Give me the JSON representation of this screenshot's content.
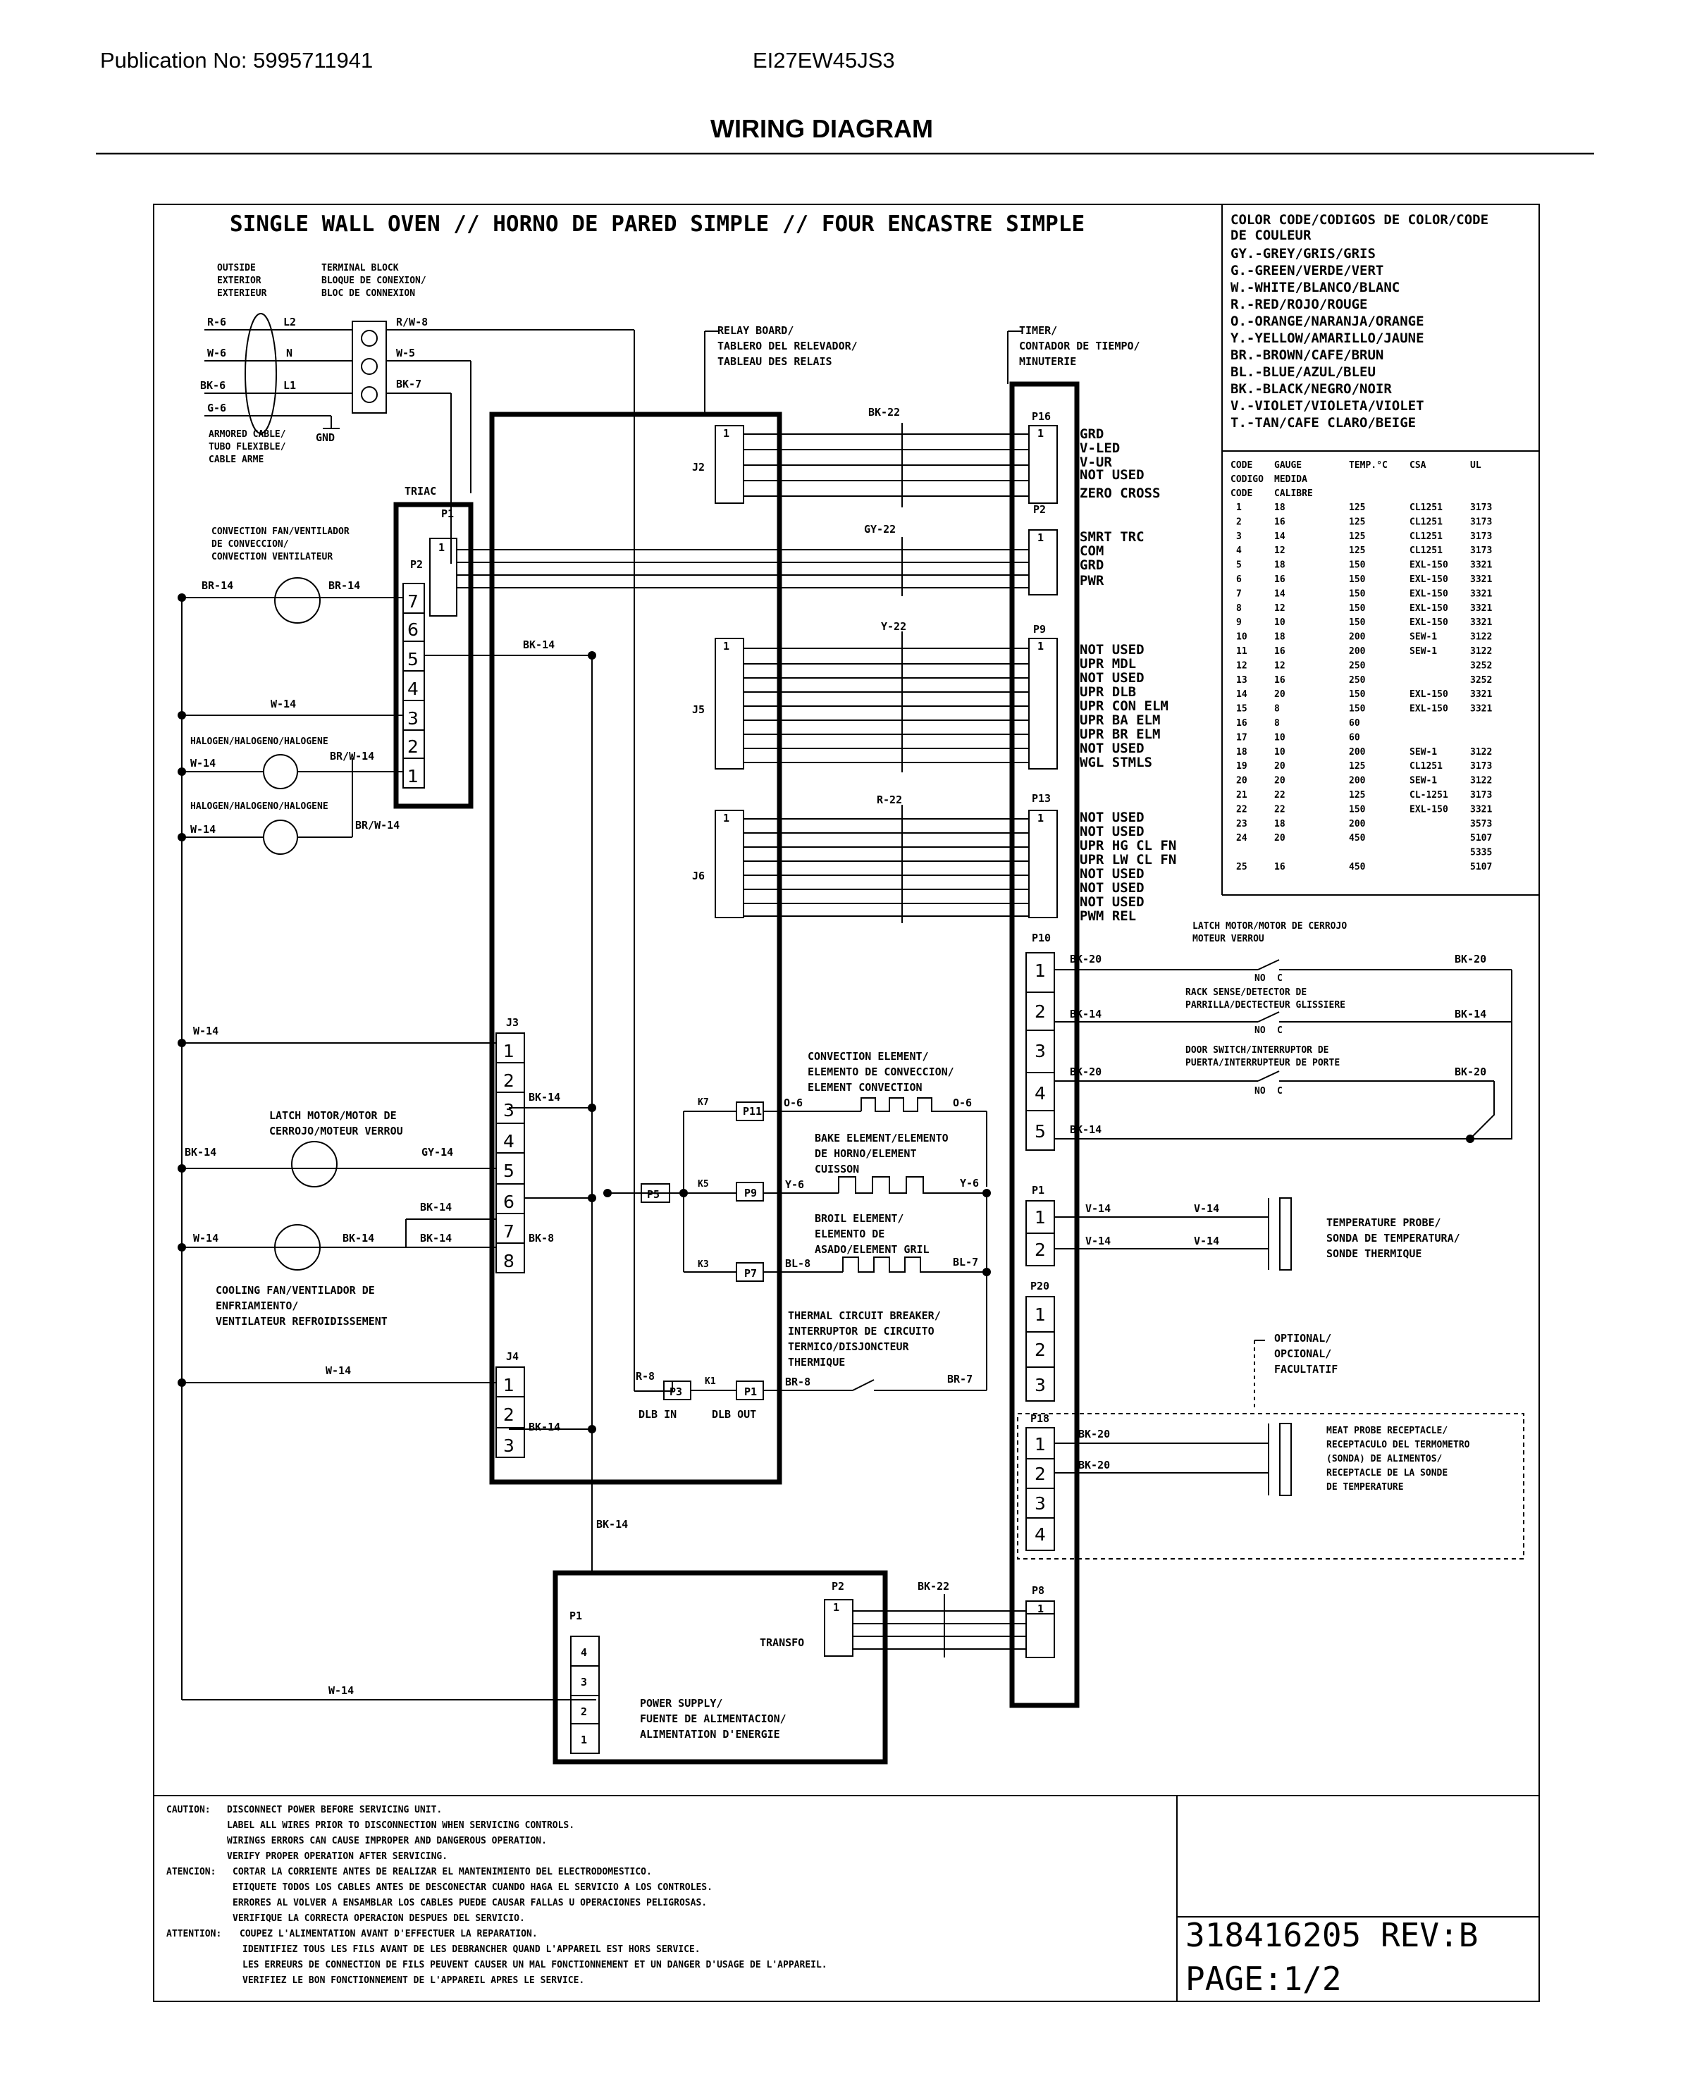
{
  "header": {
    "publication": "Publication No: 5995711941",
    "model": "EI27EW45JS3",
    "title": "WIRING DIAGRAM"
  },
  "diagram": {
    "main_title": "SINGLE WALL OVEN // HORNO DE PARED SIMPLE // FOUR ENCASTRE SIMPLE",
    "terminal_block": {
      "outside": [
        "OUTSIDE",
        "EXTERIOR",
        "EXTERIEUR"
      ],
      "title": [
        "TERMINAL BLOCK",
        "BLOQUE DE CONEXION/",
        "BLOC DE CONNEXION"
      ],
      "wires_left": [
        "R-6",
        "W-6",
        "BK-6",
        "G-6"
      ],
      "lines": [
        "L2",
        "N",
        "L1"
      ],
      "wires_right": [
        "R/W-8",
        "W-5",
        "BK-7"
      ],
      "armored": [
        "ARMORED CABLE/",
        "TUBO FLEXIBLE/",
        "CABLE ARME"
      ],
      "gnd": "GND"
    },
    "relay_board": [
      "RELAY BOARD/",
      "TABLERO DEL RELEVADOR/",
      "TABLEAU  DES RELAIS"
    ],
    "timer": [
      "TIMER/",
      "CONTADOR DE TIEMPO/",
      "MINUTERIE"
    ],
    "triac": {
      "title": "TRIAC",
      "p1": "P1",
      "p2": "P2",
      "pins": [
        "7",
        "6",
        "5",
        "4",
        "3",
        "2",
        "1"
      ]
    },
    "loads": {
      "conv_fan": [
        "CONVECTION FAN/VENTILADOR",
        "DE CONVECCION/",
        "CONVECTION VENTILATEUR"
      ],
      "halogen1": "HALOGEN/HALOGENO/HALOGENE",
      "halogen2": "HALOGEN/HALOGENO/HALOGENE",
      "latch_motor": [
        "LATCH MOTOR/MOTOR DE",
        "CERROJO/MOTEUR VERROU"
      ],
      "cooling_fan": [
        "COOLING FAN/VENTILADOR DE",
        "ENFRIAMIENTO/",
        "VENTILATEUR REFROIDISSEMENT"
      ]
    },
    "wire_labels": {
      "br14": "BR-14",
      "w14": "W-14",
      "brw14": "BR/W-14",
      "bk14": "BK-14",
      "gy14": "GY-14",
      "bk8": "BK-8",
      "bk22": "BK-22",
      "gy22": "GY-22",
      "y22": "Y-22",
      "r22": "R-22",
      "r8": "R-8",
      "o6": "O-6",
      "y6": "Y-6",
      "bl8": "BL-8",
      "bl7": "BL-7",
      "br8": "BR-8",
      "br7": "BR-7",
      "bk20": "BK-20",
      "v14": "V-14"
    },
    "connectors": {
      "j2": "J2",
      "j3": "J3",
      "j4": "J4",
      "j5": "J5",
      "j6": "J6",
      "p16": "P16",
      "p2": "P2",
      "p9": "P9",
      "p13": "P13",
      "p10": "P10",
      "p1": "P1",
      "p20": "P20",
      "p18": "P18",
      "p8": "P8",
      "p3": "P3",
      "p5": "P5",
      "p7": "P7",
      "p11": "P11",
      "k1": "K1",
      "k3": "K3",
      "k5": "K5",
      "k7": "K7",
      "one": "1",
      "dlb_in": "DLB IN",
      "dlb_out": "DLB OUT",
      "j3_pins": [
        "1",
        "2",
        "3",
        "4",
        "5",
        "6",
        "7",
        "8"
      ],
      "j4_pins": [
        "1",
        "2",
        "3"
      ],
      "p10_pins": [
        "1",
        "2",
        "3",
        "4",
        "5"
      ],
      "p1_pins": [
        "1",
        "2"
      ],
      "p20_pins": [
        "1",
        "2",
        "3"
      ],
      "p18_pins": [
        "1",
        "2",
        "3",
        "4"
      ],
      "ps_pins": [
        "4",
        "3",
        "2",
        "1"
      ]
    },
    "signals": {
      "p16": [
        "GRD",
        "V-LED",
        "V-UR",
        "NOT USED",
        "ZERO CROSS"
      ],
      "p2": [
        "SMRT TRC",
        "COM",
        "GRD",
        "PWR"
      ],
      "p9": [
        "NOT USED",
        "UPR MDL",
        "NOT USED",
        "UPR DLB",
        "UPR CON ELM",
        "UPR BA ELM",
        "UPR BR ELM",
        "NOT USED",
        "WGL STMLS"
      ],
      "p13": [
        "NOT USED",
        "NOT USED",
        "UPR HG CL FN",
        "UPR LW CL FN",
        "NOT USED",
        "NOT USED",
        "NOT USED",
        "PWM REL"
      ]
    },
    "elements": {
      "convection": [
        "CONVECTION ELEMENT/",
        "ELEMENTO DE CONVECCION/",
        "ELEMENT CONVECTION"
      ],
      "bake": [
        "BAKE ELEMENT/ELEMENTO",
        "DE HORNO/ELEMENT",
        "CUISSON"
      ],
      "broil": [
        "BROIL ELEMENT/",
        "ELEMENTO DE",
        "ASADO/ELEMENT GRIL"
      ],
      "thermal": [
        "THERMAL CIRCUIT BREAKER/",
        "INTERRUPTOR DE CIRCUITO",
        "TERMICO/DISJONCTEUR",
        "THERMIQUE"
      ]
    },
    "switches": {
      "latch": [
        "LATCH MOTOR/MOTOR DE CERROJO",
        "MOTEUR VERROU"
      ],
      "rack": [
        "RACK SENSE/DETECTOR DE",
        "PARRILLA/DECTECTEUR GLISSIERE"
      ],
      "door": [
        "DOOR SWITCH/INTERRUPTOR DE",
        "PUERTA/INTERRUPTEUR DE PORTE"
      ],
      "no": "NO",
      "c": "C"
    },
    "probe": [
      "TEMPERATURE PROBE/",
      "SONDA DE TEMPERATURA/",
      "SONDE THERMIQUE"
    ],
    "optional": [
      "OPTIONAL/",
      "OPCIONAL/",
      "FACULTATIF"
    ],
    "meat_probe": [
      "MEAT PROBE RECEPTACLE/",
      "RECEPTACULO DEL TERMOMETRO",
      "(SONDA) DE ALIMENTOS/",
      "RECEPTACLE DE LA SONDE",
      "DE TEMPERATURE"
    ],
    "power_supply": {
      "transfo": "TRANSFO",
      "label": [
        "POWER SUPPLY/",
        "FUENTE DE ALIMENTACION/",
        "ALIMENTATION D'ENERGIE"
      ]
    },
    "color_code": {
      "title": "COLOR CODE/CODIGOS DE COLOR/CODE",
      "title2": "DE COULEUR",
      "items": [
        "GY.-GREY/GRIS/GRIS",
        "G.-GREEN/VERDE/VERT",
        "W.-WHITE/BLANCO/BLANC",
        "R.-RED/ROJO/ROUGE",
        "O.-ORANGE/NARANJA/ORANGE",
        "Y.-YELLOW/AMARILLO/JAUNE",
        "BR.-BROWN/CAFE/BRUN",
        "BL.-BLUE/AZUL/BLEU",
        "BK.-BLACK/NEGRO/NOIR",
        "V.-VIOLET/VIOLETA/VIOLET",
        "T.-TAN/CAFE CLARO/BEIGE"
      ]
    },
    "gauge_table": {
      "headers": [
        "CODE",
        "GAUGE",
        "TEMP.°C",
        "CSA",
        "UL"
      ],
      "headers2": [
        "CODIGO",
        "MEDIDA",
        "",
        "",
        ""
      ],
      "headers3": [
        "CODE",
        "CALIBRE",
        "",
        "",
        ""
      ],
      "rows": [
        [
          "1",
          "18",
          "125",
          "CL1251",
          "3173"
        ],
        [
          "2",
          "16",
          "125",
          "CL1251",
          "3173"
        ],
        [
          "3",
          "14",
          "125",
          "CL1251",
          "3173"
        ],
        [
          "4",
          "12",
          "125",
          "CL1251",
          "3173"
        ],
        [
          "5",
          "18",
          "150",
          "EXL-150",
          "3321"
        ],
        [
          "6",
          "16",
          "150",
          "EXL-150",
          "3321"
        ],
        [
          "7",
          "14",
          "150",
          "EXL-150",
          "3321"
        ],
        [
          "8",
          "12",
          "150",
          "EXL-150",
          "3321"
        ],
        [
          "9",
          "10",
          "150",
          "EXL-150",
          "3321"
        ],
        [
          "10",
          "18",
          "200",
          "SEW-1",
          "3122"
        ],
        [
          "11",
          "16",
          "200",
          "SEW-1",
          "3122"
        ],
        [
          "12",
          "12",
          "250",
          "",
          "3252"
        ],
        [
          "13",
          "16",
          "250",
          "",
          "3252"
        ],
        [
          "14",
          "20",
          "150",
          "EXL-150",
          "3321"
        ],
        [
          "15",
          "8",
          "150",
          "EXL-150",
          "3321"
        ],
        [
          "16",
          "8",
          "60",
          "",
          ""
        ],
        [
          "17",
          "10",
          "60",
          "",
          ""
        ],
        [
          "18",
          "10",
          "200",
          "SEW-1",
          "3122"
        ],
        [
          "19",
          "20",
          "125",
          "CL1251",
          "3173"
        ],
        [
          "20",
          "20",
          "200",
          "SEW-1",
          "3122"
        ],
        [
          "21",
          "22",
          "125",
          "CL-1251",
          "3173"
        ],
        [
          "22",
          "22",
          "150",
          "EXL-150",
          "3321"
        ],
        [
          "23",
          "18",
          "200",
          "",
          "3573"
        ],
        [
          "24",
          "20",
          "450",
          "",
          "5107"
        ],
        [
          "",
          "",
          "",
          "",
          "5335"
        ],
        [
          "25",
          "16",
          "450",
          "",
          "5107"
        ]
      ]
    },
    "caution": [
      {
        "tag": "CAUTION:",
        "lines": [
          "DISCONNECT POWER BEFORE SERVICING UNIT.",
          "LABEL ALL WIRES PRIOR TO DISCONNECTION WHEN SERVICING CONTROLS.",
          "WIRINGS ERRORS CAN CAUSE IMPROPER AND DANGEROUS OPERATION.",
          "VERIFY PROPER OPERATION AFTER SERVICING."
        ]
      },
      {
        "tag": "ATENCION:",
        "lines": [
          "CORTAR LA CORRIENTE ANTES DE REALIZAR EL MANTENIMIENTO DEL ELECTRODOMESTICO.",
          "ETIQUETE TODOS LOS CABLES ANTES DE DESCONECTAR CUANDO HAGA EL SERVICIO A LOS CONTROLES.",
          "ERRORES AL VOLVER A ENSAMBLAR LOS CABLES PUEDE CAUSAR FALLAS U OPERACIONES PELIGROSAS.",
          "VERIFIQUE LA CORRECTA OPERACION DESPUES DEL SERVICIO."
        ]
      },
      {
        "tag": "ATTENTION:",
        "lines": [
          "COUPEZ L'ALIMENTATION AVANT D'EFFECTUER LA REPARATION.",
          "IDENTIFIEZ TOUS LES FILS AVANT DE LES DEBRANCHER QUAND L'APPAREIL EST HORS SERVICE.",
          "LES ERREURS DE CONNECTION DE FILS PEUVENT CAUSER UN MAL FONCTIONNEMENT ET UN DANGER D'USAGE DE L'APPAREIL.",
          "VERIFIEZ LE BON FONCTIONNEMENT DE L'APPAREIL APRES LE SERVICE."
        ]
      }
    ],
    "doc_number": "318416205 REV:B",
    "page": "PAGE:1/2"
  }
}
